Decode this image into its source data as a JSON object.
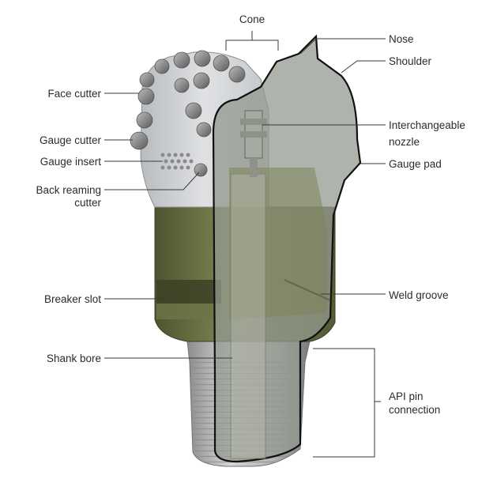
{
  "diagram": {
    "labels": {
      "cone": "Cone",
      "nose": "Nose",
      "shoulder": "Shoulder",
      "face_cutter": "Face cutter",
      "interchangeable_nozzle_1": "Interchangeable",
      "interchangeable_nozzle_2": "nozzle",
      "gauge_cutter": "Gauge cutter",
      "gauge_insert": "Gauge insert",
      "gauge_pad": "Gauge pad",
      "back_reaming_1": "Back reaming",
      "back_reaming_2": "cutter",
      "breaker_slot": "Breaker slot",
      "weld_groove": "Weld groove",
      "shank_bore": "Shank bore",
      "api_pin_1": "API pin",
      "api_pin_2": "connection"
    }
  }
}
